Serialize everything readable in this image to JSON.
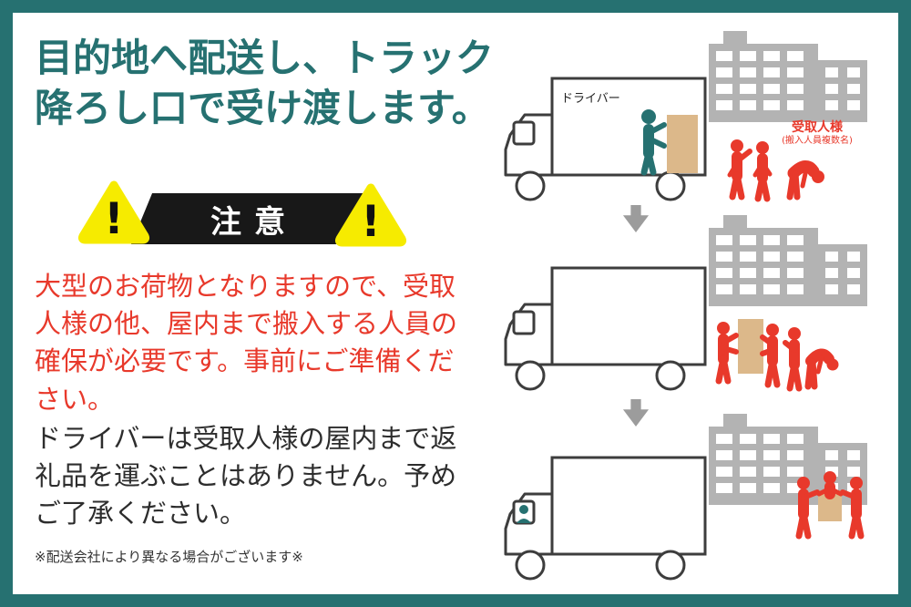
{
  "colors": {
    "frame": "#267171",
    "teal": "#267171",
    "red": "#e8392b",
    "yellow": "#f6eb00",
    "band": "#181818",
    "gray": "#b3b3b3",
    "arrowgray": "#9c9c9c",
    "tan": "#dcb88a",
    "line": "#3d3d3d"
  },
  "title": {
    "line1": "目的地へ配送し、トラック",
    "line2": "降ろし口で受け渡します。"
  },
  "caution": {
    "label": "注意",
    "exclamation": "!"
  },
  "body": {
    "warning": "大型のお荷物となりますので、受取人様の他、屋内まで搬入する人員の確保が必要です。事前にご準備ください。",
    "driver_note": "ドライバーは受取人様の屋内まで返礼品を運ぶことはありません。予めご了承ください。",
    "footnote": "※配送会社により異なる場合がございます※"
  },
  "diagram": {
    "driver_label": "ドライバー",
    "recipient_label_line1": "受取人様",
    "recipient_label_line2": "(搬入人員複数名)"
  }
}
